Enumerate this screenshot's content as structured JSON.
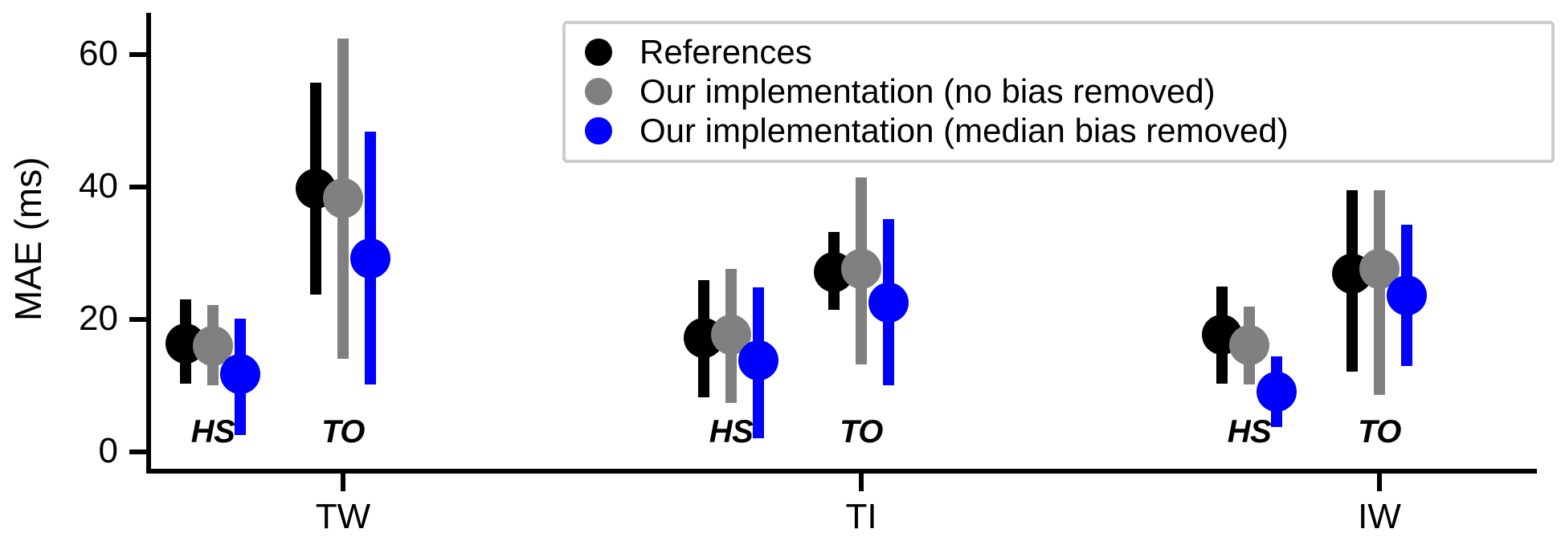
{
  "chart_data": {
    "type": "scatter",
    "title": "",
    "xlabel": "",
    "ylabel": "MAE (ms)",
    "ylim": [
      0,
      65
    ],
    "yticks": [
      0,
      20,
      40,
      60
    ],
    "ytick_labels": [
      "0",
      "20",
      "40",
      "60"
    ],
    "grid": false,
    "legend_position": "top-center-right",
    "group_labels": [
      "TW",
      "TI",
      "IW"
    ],
    "subgroup_labels": [
      "HS",
      "TO"
    ],
    "series": [
      {
        "name": "References",
        "color": "#000000"
      },
      {
        "name": "Our implementation (no bias removed)",
        "color": "#808080"
      },
      {
        "name": "Our implementation (median bias removed)",
        "color": "#0000ff"
      }
    ],
    "points": [
      {
        "group": "TW",
        "subgroup": "HS",
        "series": "References",
        "value": 16.4,
        "low": 10.3,
        "high": 23.0
      },
      {
        "group": "TW",
        "subgroup": "HS",
        "series": "Our implementation (no bias removed)",
        "value": 16.0,
        "low": 10.0,
        "high": 22.2
      },
      {
        "group": "TW",
        "subgroup": "HS",
        "series": "Our implementation (median bias removed)",
        "value": 11.7,
        "low": 2.6,
        "high": 20.1
      },
      {
        "group": "TW",
        "subgroup": "TO",
        "series": "References",
        "value": 39.8,
        "low": 23.7,
        "high": 55.8
      },
      {
        "group": "TW",
        "subgroup": "TO",
        "series": "Our implementation (no bias removed)",
        "value": 38.3,
        "low": 14.1,
        "high": 62.4
      },
      {
        "group": "TW",
        "subgroup": "TO",
        "series": "Our implementation (median bias removed)",
        "value": 29.2,
        "low": 10.2,
        "high": 48.4
      },
      {
        "group": "TI",
        "subgroup": "HS",
        "series": "References",
        "value": 17.2,
        "low": 8.2,
        "high": 26.0
      },
      {
        "group": "TI",
        "subgroup": "HS",
        "series": "Our implementation (no bias removed)",
        "value": 17.7,
        "low": 7.4,
        "high": 27.6
      },
      {
        "group": "TI",
        "subgroup": "HS",
        "series": "Our implementation (median bias removed)",
        "value": 13.8,
        "low": 2.0,
        "high": 24.8
      },
      {
        "group": "TI",
        "subgroup": "TO",
        "series": "References",
        "value": 27.1,
        "low": 21.4,
        "high": 33.2
      },
      {
        "group": "TI",
        "subgroup": "TO",
        "series": "Our implementation (no bias removed)",
        "value": 27.6,
        "low": 13.2,
        "high": 41.4
      },
      {
        "group": "TI",
        "subgroup": "TO",
        "series": "Our implementation (median bias removed)",
        "value": 22.5,
        "low": 10.0,
        "high": 35.2
      },
      {
        "group": "IW",
        "subgroup": "HS",
        "series": "References",
        "value": 17.7,
        "low": 10.3,
        "high": 25.0
      },
      {
        "group": "IW",
        "subgroup": "HS",
        "series": "Our implementation (no bias removed)",
        "value": 16.1,
        "low": 10.2,
        "high": 21.9
      },
      {
        "group": "IW",
        "subgroup": "HS",
        "series": "Our implementation (median bias removed)",
        "value": 9.1,
        "low": 3.8,
        "high": 14.4
      },
      {
        "group": "IW",
        "subgroup": "TO",
        "series": "References",
        "value": 26.9,
        "low": 12.1,
        "high": 39.5
      },
      {
        "group": "IW",
        "subgroup": "TO",
        "series": "Our implementation (no bias removed)",
        "value": 27.6,
        "low": 8.6,
        "high": 39.5
      },
      {
        "group": "IW",
        "subgroup": "TO",
        "series": "Our implementation (median bias removed)",
        "value": 23.6,
        "low": 13.0,
        "high": 34.3
      }
    ]
  },
  "axes": {
    "ylabel": "MAE (ms)",
    "ytick_labels": [
      "60",
      "40",
      "20",
      "0"
    ],
    "xtick_labels": [
      "TW",
      "TI",
      "IW"
    ]
  },
  "subgroups": {
    "hs": "HS",
    "to": "TO"
  },
  "legend": {
    "items": [
      {
        "label": "References",
        "color": "#000000",
        "icon": "circle-marker-black"
      },
      {
        "label": "Our implementation (no bias removed)",
        "color": "#808080",
        "icon": "circle-marker-gray"
      },
      {
        "label": "Our implementation (median bias removed)",
        "color": "#0000ff",
        "icon": "circle-marker-blue"
      }
    ]
  },
  "colors": {
    "references": "#000000",
    "no_bias_removed": "#808080",
    "median_bias_removed": "#0000ff",
    "axis": "#000000",
    "legend_border": "#cccccc",
    "background": "#ffffff"
  }
}
